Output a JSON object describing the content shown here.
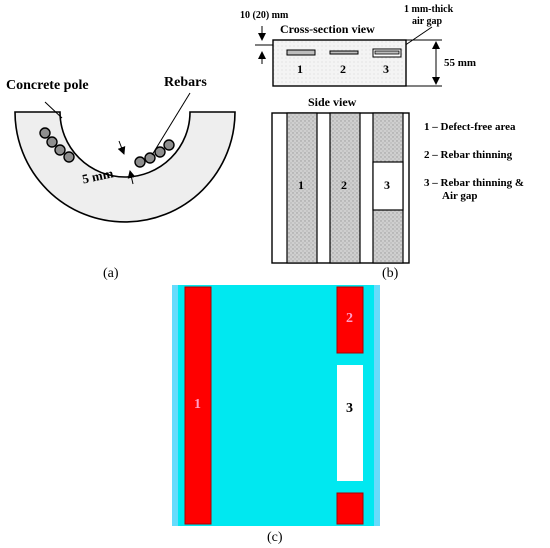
{
  "panel_a": {
    "label_concrete_pole": "Concrete pole",
    "label_rebars": "Rebars",
    "label_spacing": "5 mm",
    "caption": "(a)"
  },
  "panel_b": {
    "label_depth": "10 (20) mm",
    "title_cross_section": "Cross-section view",
    "label_air_gap_line1": "1 mm-thick",
    "label_air_gap_line2": "air gap",
    "label_thickness": "55 mm",
    "section_numbers": [
      "1",
      "2",
      "3"
    ],
    "title_side_view": "Side view",
    "strip_numbers": [
      "1",
      "2",
      "3"
    ],
    "legend": [
      {
        "text": "1 – Defect-free area"
      },
      {
        "text": "2 – Rebar thinning"
      },
      {
        "text": "3 – Rebar thinning &"
      },
      {
        "text": "Air gap"
      }
    ],
    "caption": "(b)"
  },
  "panel_c": {
    "labels": [
      "1",
      "2",
      "3"
    ],
    "caption": "(c)",
    "colors": {
      "background": "#00e8f0",
      "defect": "#ff0000",
      "air_gap": "#ffffff",
      "label_pink": "#ff9ec8",
      "label_dark": "#000000"
    }
  }
}
